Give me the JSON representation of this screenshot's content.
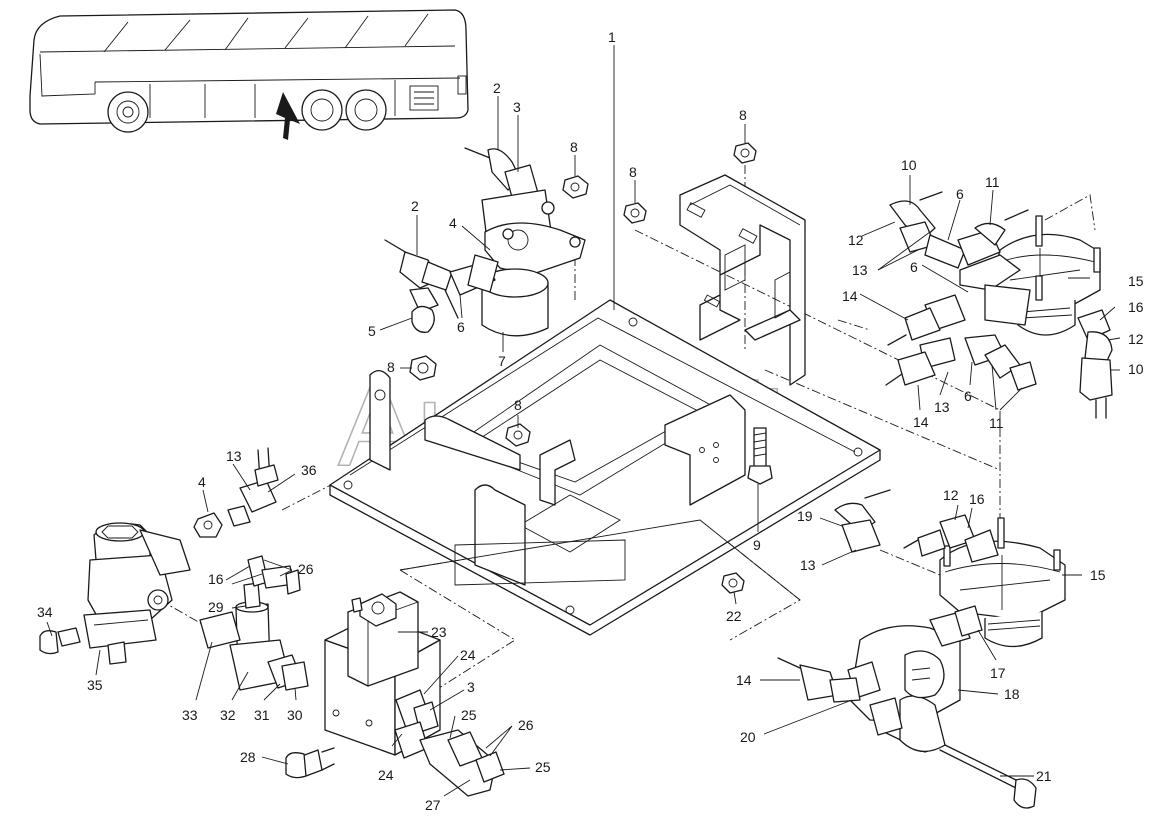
{
  "watermark": "AutoSoft",
  "callouts": [
    {
      "id": "c1",
      "text": "1"
    },
    {
      "id": "c2a",
      "text": "2"
    },
    {
      "id": "c3a",
      "text": "3"
    },
    {
      "id": "c8a",
      "text": "8"
    },
    {
      "id": "c8b",
      "text": "8"
    },
    {
      "id": "c8c",
      "text": "8"
    },
    {
      "id": "c2b",
      "text": "2"
    },
    {
      "id": "c4a",
      "text": "4"
    },
    {
      "id": "c5",
      "text": "5"
    },
    {
      "id": "c6a",
      "text": "6"
    },
    {
      "id": "c7",
      "text": "7"
    },
    {
      "id": "c8d",
      "text": "8"
    },
    {
      "id": "c8e",
      "text": "8"
    },
    {
      "id": "c9",
      "text": "9"
    },
    {
      "id": "c10a",
      "text": "10"
    },
    {
      "id": "c11a",
      "text": "11"
    },
    {
      "id": "c6b",
      "text": "6"
    },
    {
      "id": "c12a",
      "text": "12"
    },
    {
      "id": "c13a",
      "text": "13"
    },
    {
      "id": "c6c",
      "text": "6"
    },
    {
      "id": "c14a",
      "text": "14"
    },
    {
      "id": "c15a",
      "text": "15"
    },
    {
      "id": "c16a",
      "text": "16"
    },
    {
      "id": "c12b",
      "text": "12"
    },
    {
      "id": "c10b",
      "text": "10"
    },
    {
      "id": "c13b",
      "text": "13"
    },
    {
      "id": "c14b",
      "text": "14"
    },
    {
      "id": "c6d",
      "text": "6"
    },
    {
      "id": "c11b",
      "text": "11"
    },
    {
      "id": "c13c",
      "text": "13"
    },
    {
      "id": "c36",
      "text": "36"
    },
    {
      "id": "c4b",
      "text": "4"
    },
    {
      "id": "c26a",
      "text": "26"
    },
    {
      "id": "c16b",
      "text": "16"
    },
    {
      "id": "c29",
      "text": "29"
    },
    {
      "id": "c34",
      "text": "34"
    },
    {
      "id": "c35",
      "text": "35"
    },
    {
      "id": "c33",
      "text": "33"
    },
    {
      "id": "c32",
      "text": "32"
    },
    {
      "id": "c31",
      "text": "31"
    },
    {
      "id": "c30",
      "text": "30"
    },
    {
      "id": "c23",
      "text": "23"
    },
    {
      "id": "c24a",
      "text": "24"
    },
    {
      "id": "c3b",
      "text": "3"
    },
    {
      "id": "c25a",
      "text": "25"
    },
    {
      "id": "c26b",
      "text": "26"
    },
    {
      "id": "c25b",
      "text": "25"
    },
    {
      "id": "c24b",
      "text": "24"
    },
    {
      "id": "c27",
      "text": "27"
    },
    {
      "id": "c28",
      "text": "28"
    },
    {
      "id": "c22",
      "text": "22"
    },
    {
      "id": "c19",
      "text": "19"
    },
    {
      "id": "c13d",
      "text": "13"
    },
    {
      "id": "c12c",
      "text": "12"
    },
    {
      "id": "c16c",
      "text": "16"
    },
    {
      "id": "c15b",
      "text": "15"
    },
    {
      "id": "c17",
      "text": "17"
    },
    {
      "id": "c18",
      "text": "18"
    },
    {
      "id": "c14c",
      "text": "14"
    },
    {
      "id": "c20",
      "text": "20"
    },
    {
      "id": "c21",
      "text": "21"
    }
  ]
}
